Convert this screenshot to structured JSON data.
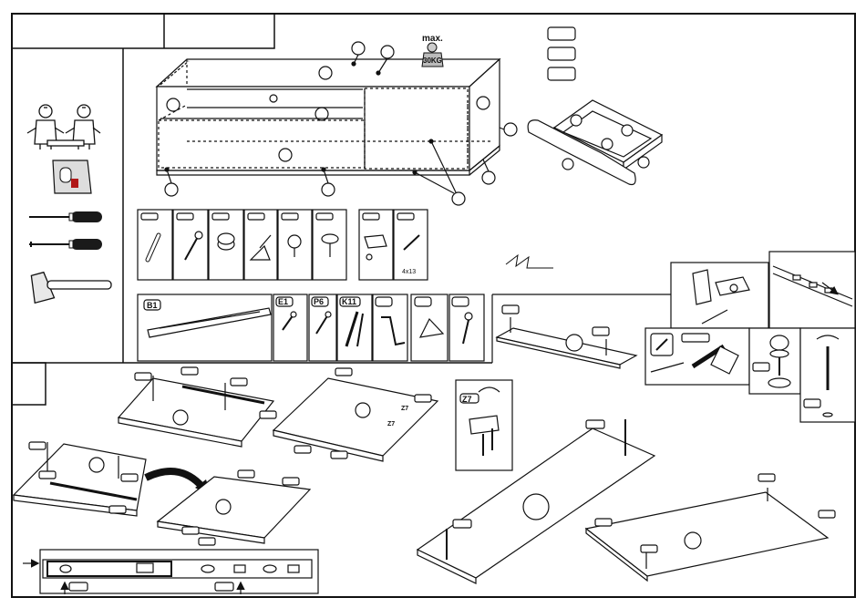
{
  "capacity": {
    "label": "max.",
    "weight": "30KG"
  },
  "fitting_codes": {
    "b1": "B1",
    "e1": "E1",
    "p6": "P6",
    "k11": "K11",
    "z7": "Z7"
  },
  "screw_size": "4x13",
  "colors": {
    "ink": "#111111",
    "paper": "#ffffff",
    "sticker_accent": "#b01818",
    "handle": "#1a1a1a"
  },
  "icons": [
    "two-person-icon",
    "warning-sticker-icon",
    "flat-screwdriver-icon",
    "phillips-screwdriver-icon",
    "mallet-icon",
    "rotate-arrow-icon"
  ]
}
